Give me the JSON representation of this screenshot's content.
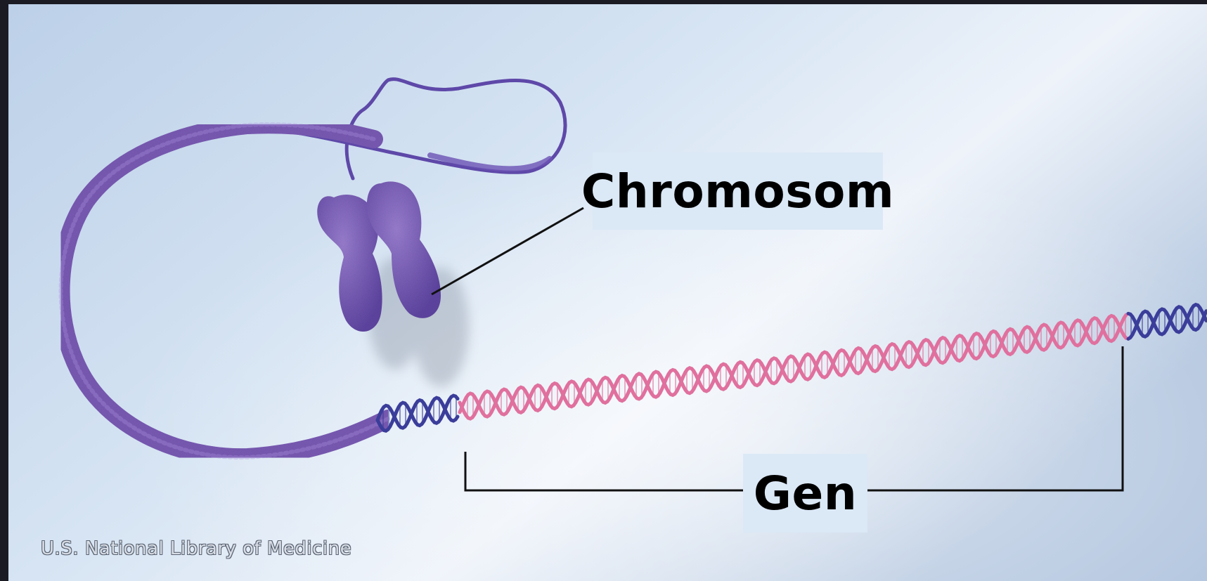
{
  "labels": {
    "chromosome": "Chromosom",
    "gene": "Gen"
  },
  "credit": "U.S. National Library of Medicine",
  "colors": {
    "background_light": "#dfeaf5",
    "background_mid": "#b8cbe3",
    "chromatin": "#7a5bb5",
    "dna_blue": "#3b3d9a",
    "dna_pink": "#e0709e",
    "label_box": "#dbe8f6",
    "leader_line": "#111111"
  }
}
